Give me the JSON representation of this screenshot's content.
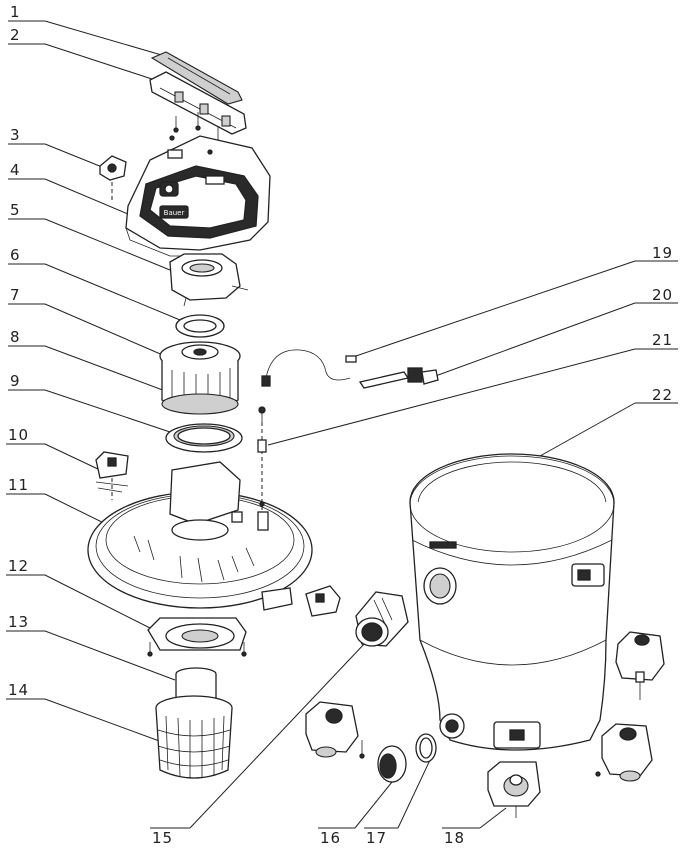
{
  "callouts": {
    "c1": "1",
    "c2": "2",
    "c3": "3",
    "c4": "4",
    "c5": "5",
    "c6": "6",
    "c7": "7",
    "c8": "8",
    "c9": "9",
    "c10": "10",
    "c11": "11",
    "c12": "12",
    "c13": "13",
    "c14": "14",
    "c15": "15",
    "c16": "16",
    "c17": "17",
    "c18": "18",
    "c19": "19",
    "c20": "20",
    "c21": "21",
    "c22": "22"
  },
  "brand_label": "Bauer"
}
